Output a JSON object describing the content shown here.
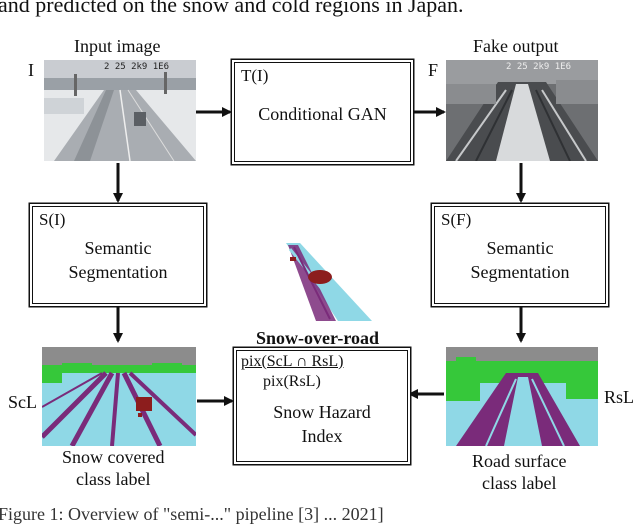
{
  "header_text": "and predicted on the snow and cold regions in Japan.",
  "footer_text": "Figure 1: Overview of \"semi-...\" pipeline [3] ... 2021]",
  "input": {
    "title": "Input image",
    "symbol": "I",
    "stamp": "2 25 2k9 1E6"
  },
  "output": {
    "title": "Fake output",
    "symbol": "F",
    "stamp": "2 25 2k9 1E6"
  },
  "gan": {
    "tag": "T(I)",
    "label": "Conditional GAN"
  },
  "seg_left": {
    "tag": "S(I)",
    "line1": "Semantic",
    "line2": "Segmentation"
  },
  "seg_right": {
    "tag": "S(F)",
    "line1": "Semantic",
    "line2": "Segmentation"
  },
  "hazard": {
    "heading": "Snow-over-road",
    "numerator": "pix(ScL ∩ RsL)",
    "denominator": "pix(RsL)",
    "line1": "Snow Hazard",
    "line2": "Index"
  },
  "left_label": {
    "symbol": "ScL",
    "line1": "Snow covered",
    "line2": "class label"
  },
  "right_label": {
    "symbol": "RsL",
    "line1": "Road surface",
    "line2": "class label"
  },
  "colors": {
    "sky": "#8c8c8c",
    "snow": "#8fd8e6",
    "road": "#7a2b7a",
    "vegetation": "#36c83a",
    "vehicle": "#8c1d1d"
  }
}
